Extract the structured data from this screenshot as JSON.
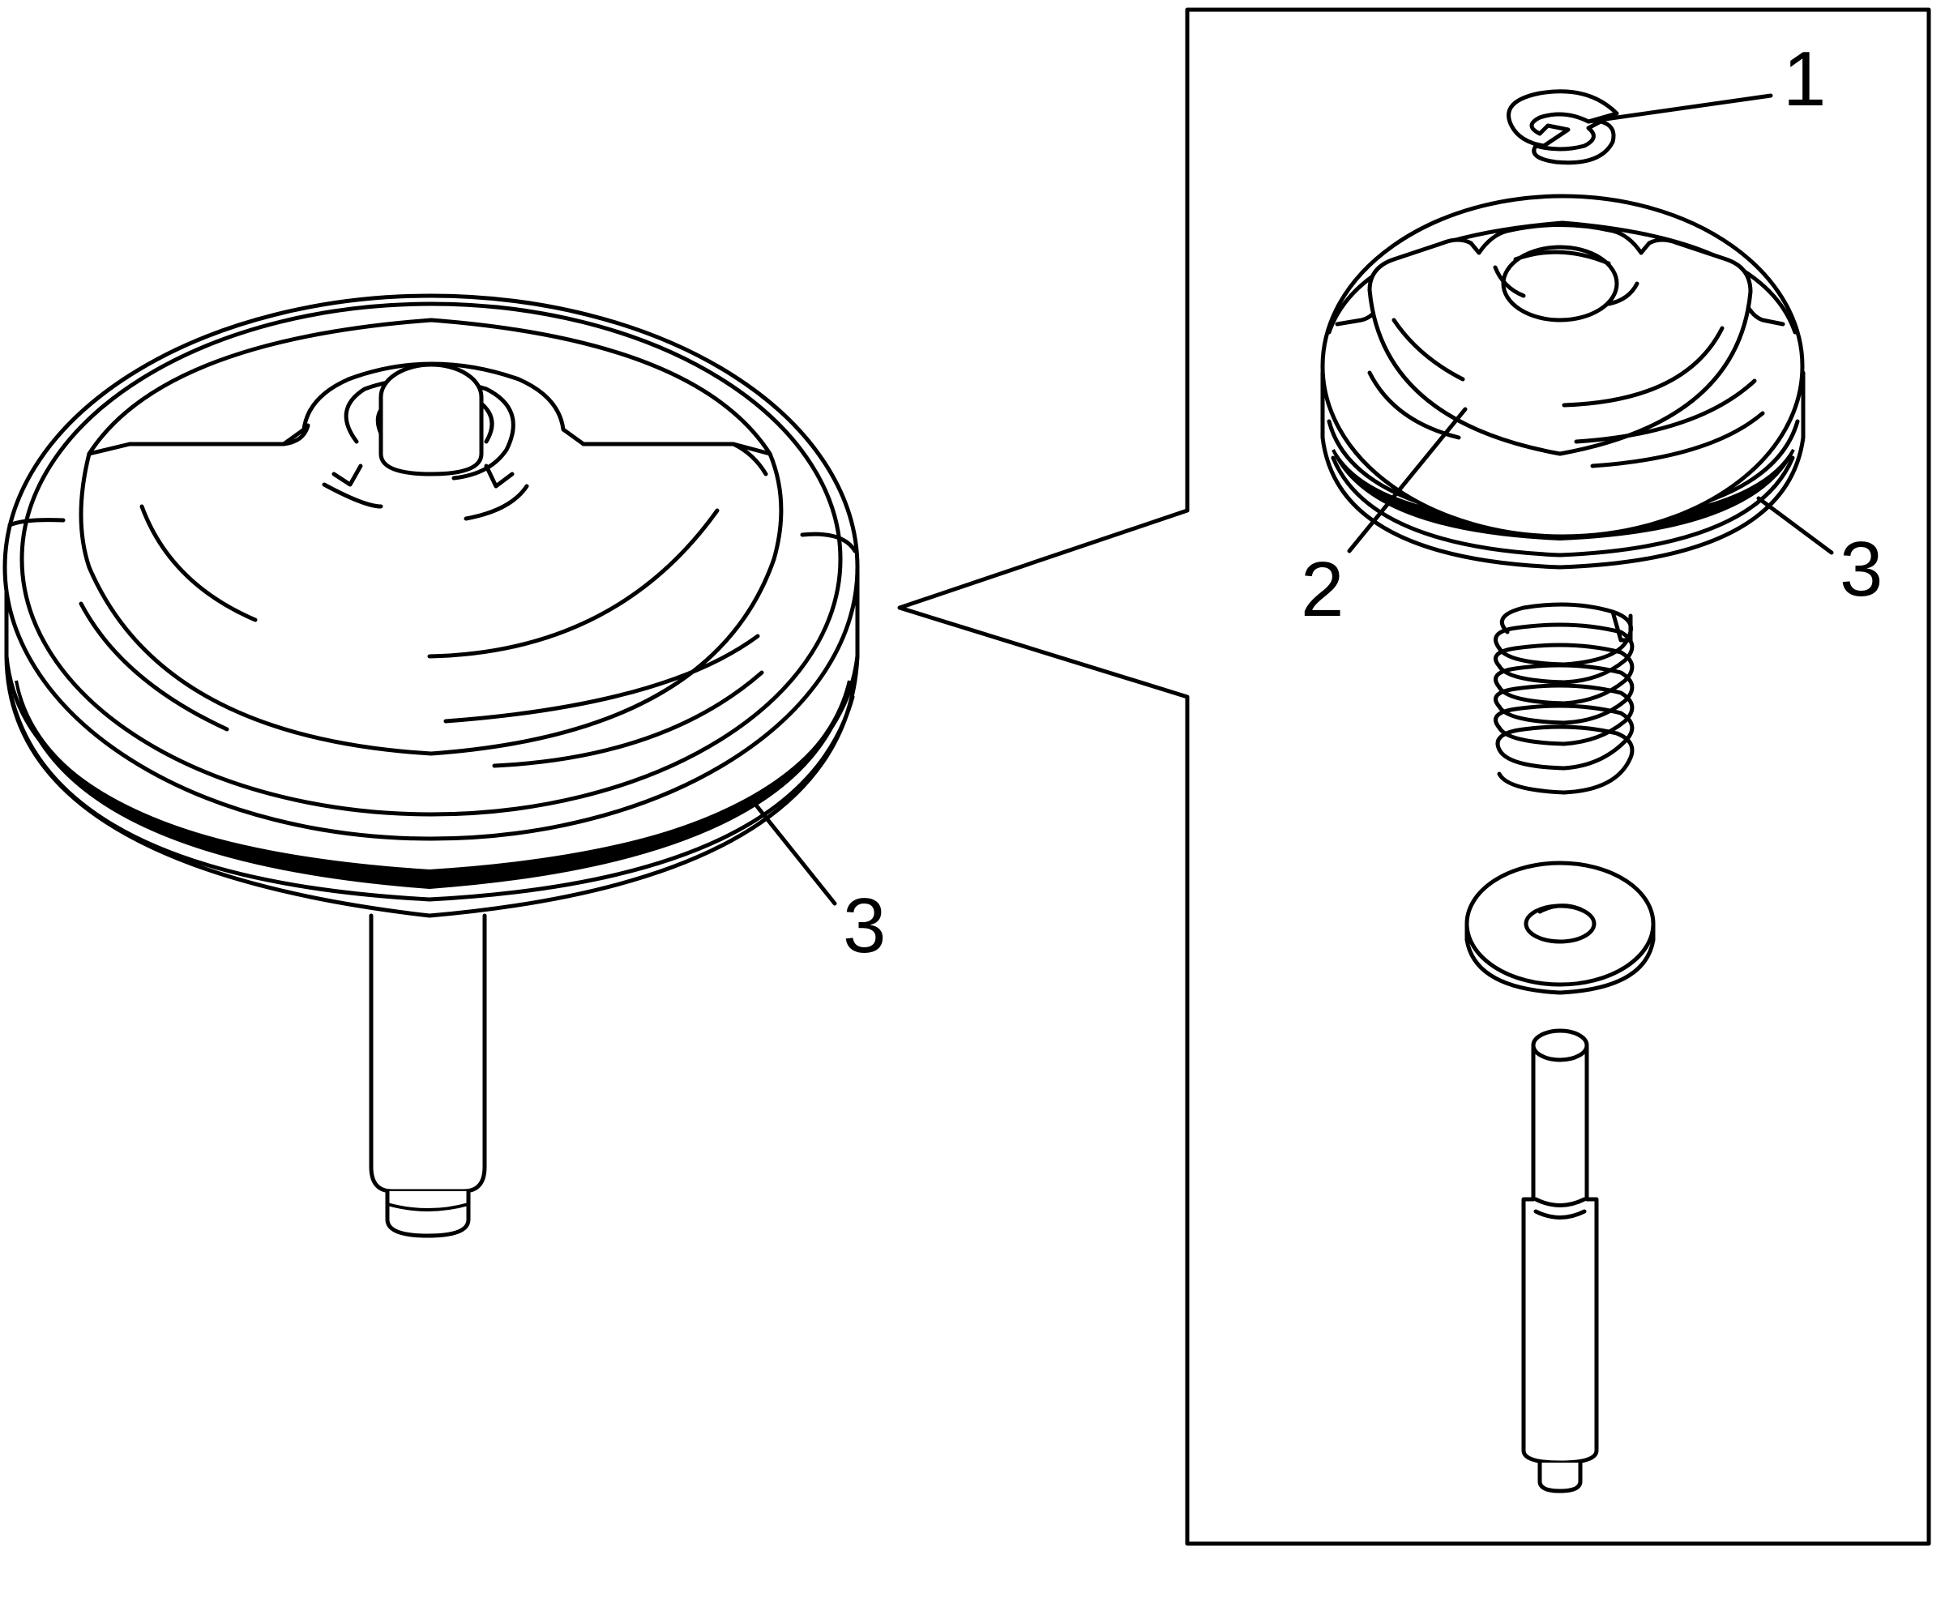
{
  "diagram": {
    "callouts": [
      {
        "id": "c1",
        "text": "1"
      },
      {
        "id": "c2",
        "text": "2"
      },
      {
        "id": "c3_inset",
        "text": "3"
      },
      {
        "id": "c3_main",
        "text": "3"
      }
    ],
    "colors": {
      "line": "#000000",
      "background": "#ffffff"
    }
  }
}
